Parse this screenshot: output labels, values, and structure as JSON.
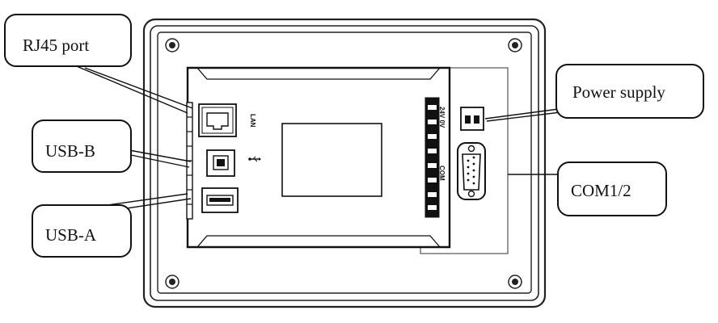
{
  "callouts": {
    "rj45": "RJ45 port",
    "usb_b": "USB-B",
    "usb_a": "USB-A",
    "power": "Power supply",
    "com12": "COM1/2"
  },
  "port_labels": {
    "lan": "LAN",
    "power_pins": "24V 0V",
    "com": "COM"
  },
  "icons": {
    "usb": "usb-icon"
  }
}
